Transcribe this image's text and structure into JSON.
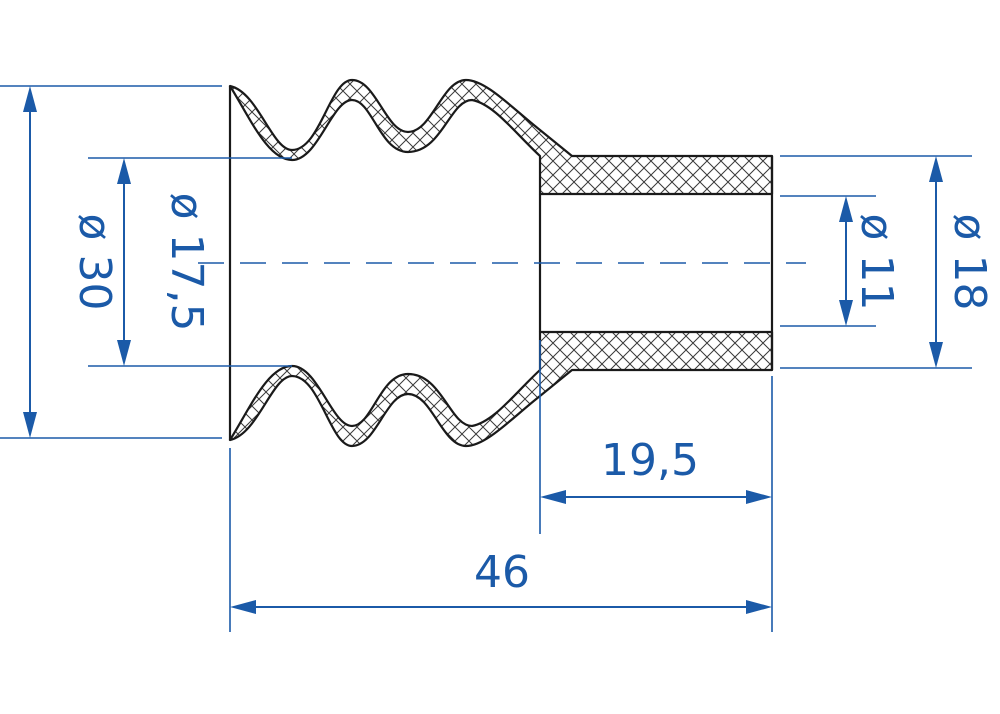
{
  "drawing": {
    "colors": {
      "dimension": "#1b5aa8",
      "outline": "#1a1a1a",
      "background": "#ffffff"
    },
    "dimensions": {
      "outer_diameter_large": "ø 30",
      "inner_diameter_large": "ø 17,5",
      "inner_diameter_small": "ø 11",
      "outer_diameter_small": "ø 18",
      "neck_length": "19,5",
      "total_length": "46"
    }
  }
}
